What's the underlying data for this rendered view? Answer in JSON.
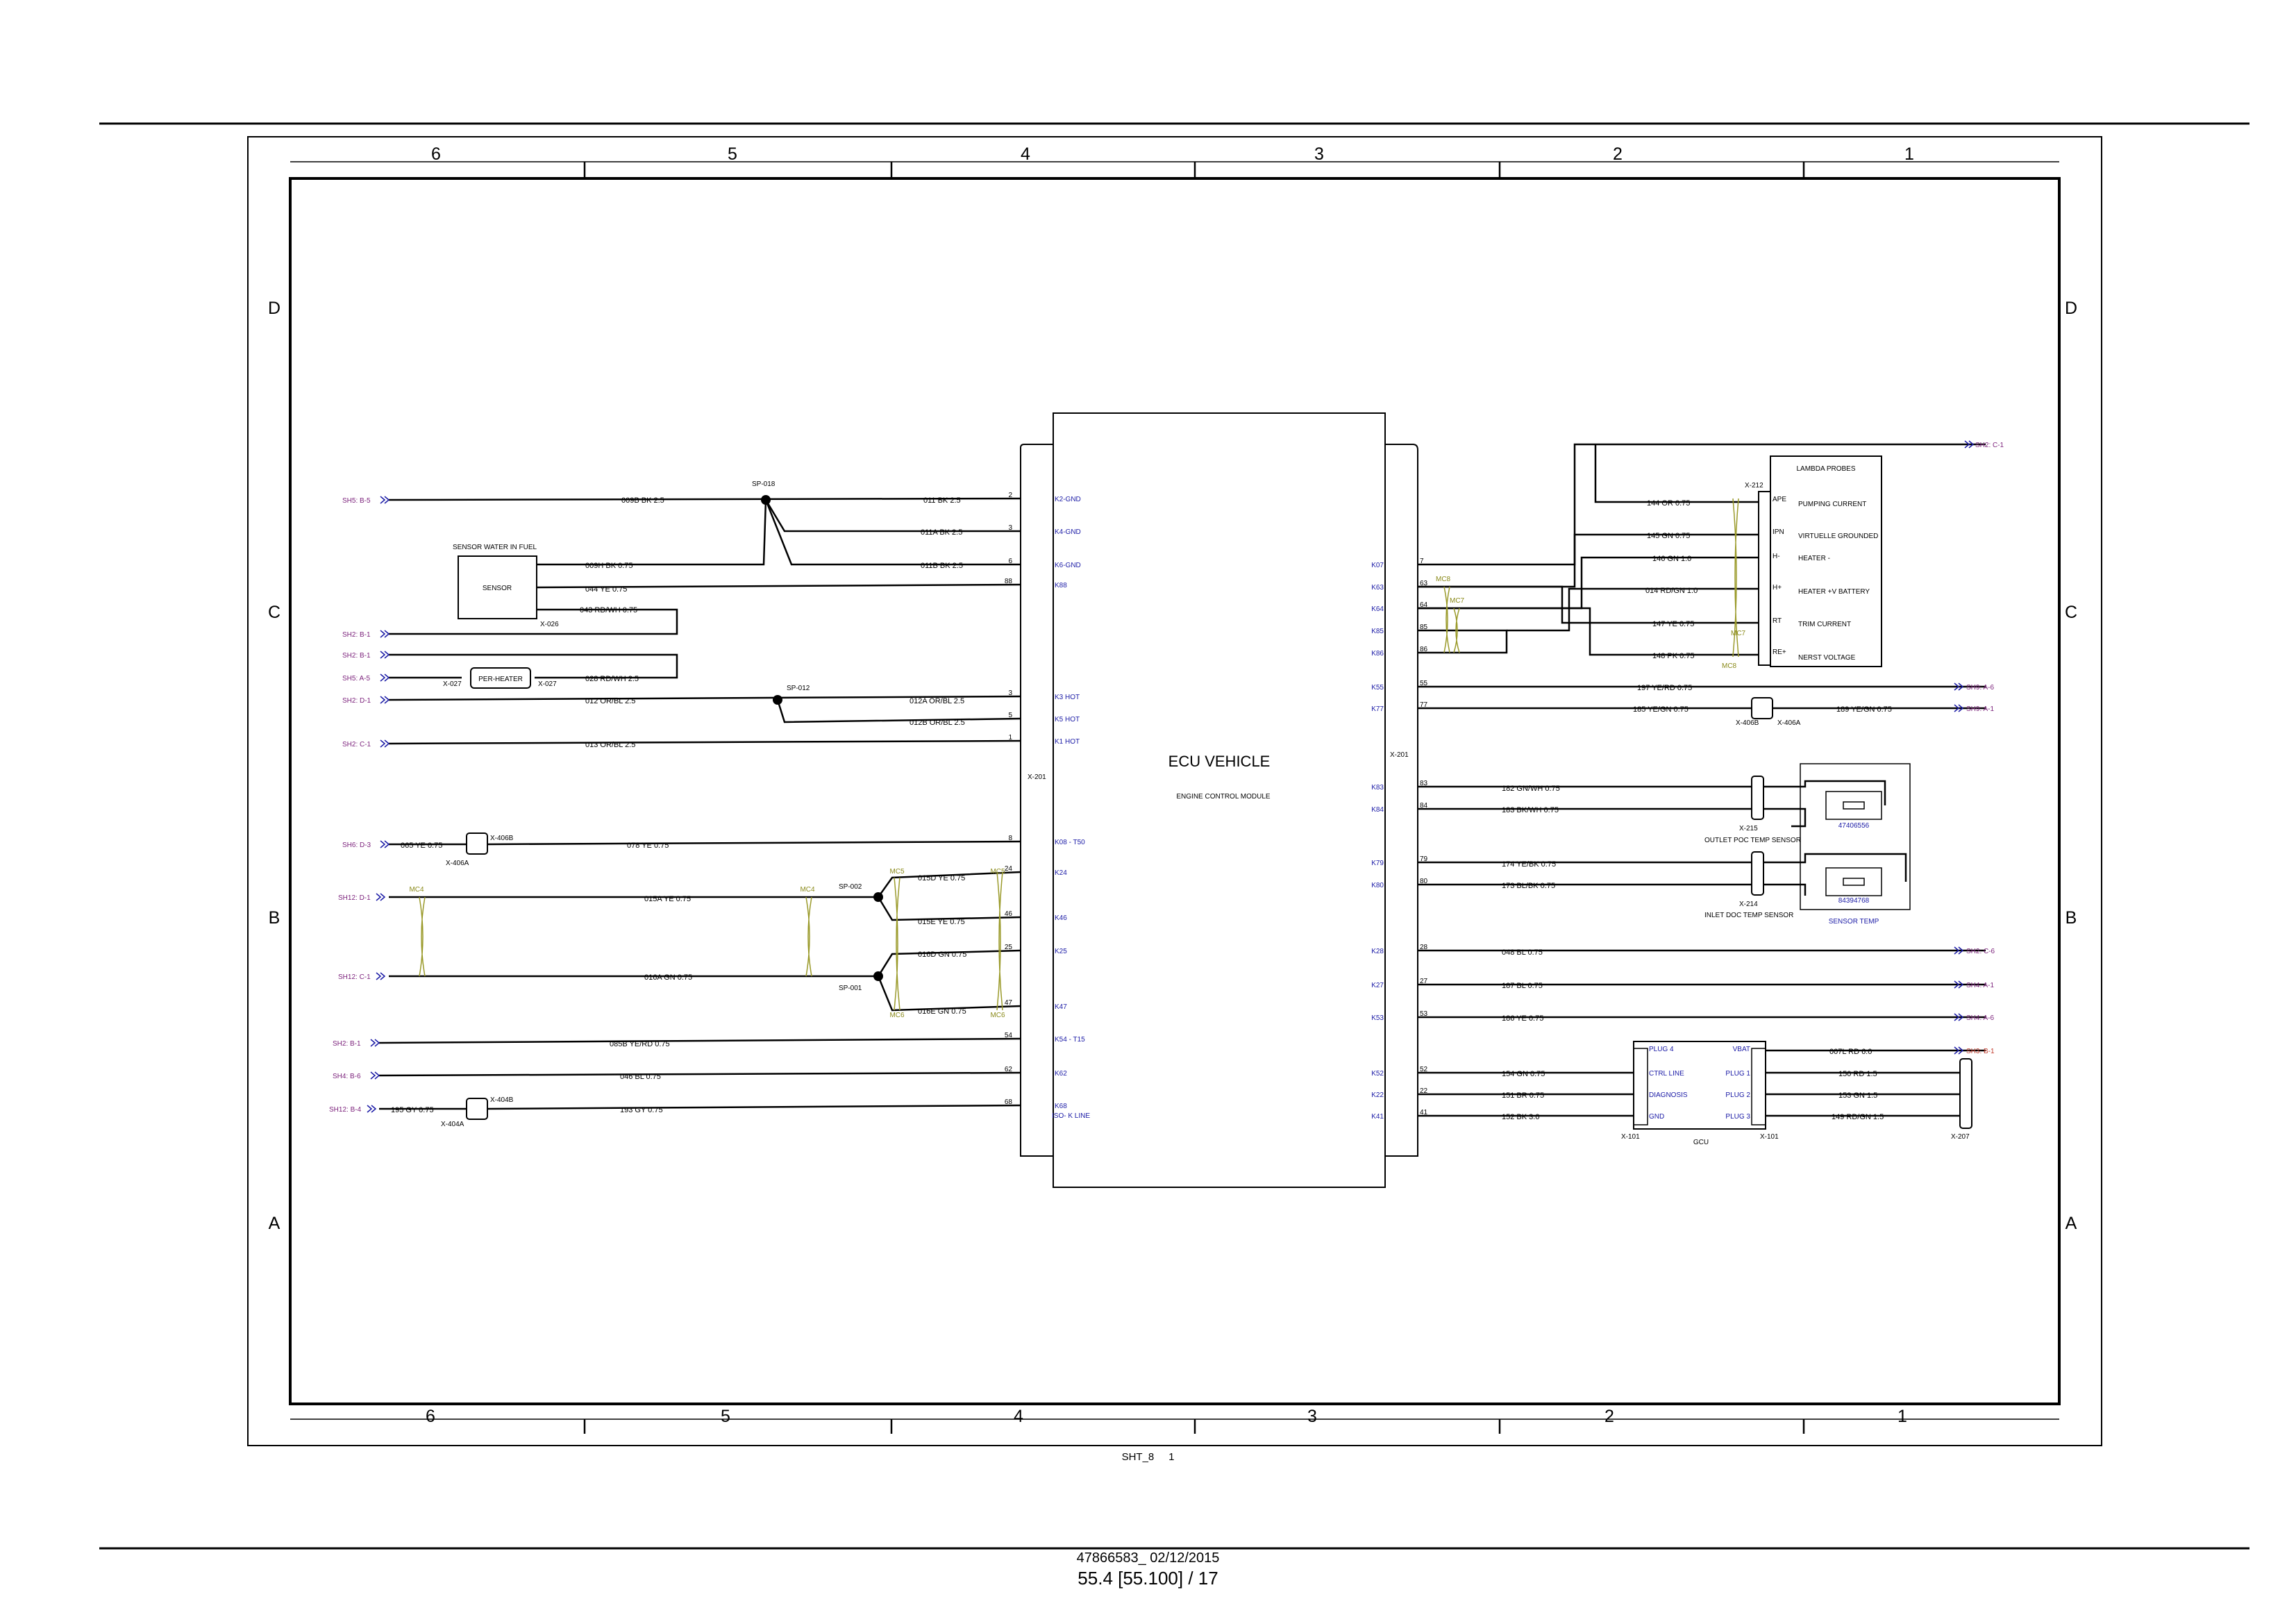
{
  "title": "ECU VEHICLE",
  "subtitle": "ENGINE CONTROL MODULE",
  "ecu_conn": "X-201",
  "footer": {
    "sheet": "SHT_8",
    "sheet_num": "1",
    "doc": "47866583_ 02/12/2015",
    "page": "55.4 [55.100] / 17"
  },
  "grid": {
    "cols": [
      "6",
      "5",
      "4",
      "3",
      "2",
      "1"
    ],
    "rows": [
      "D",
      "C",
      "B",
      "A"
    ]
  },
  "left_pins": [
    {
      "pin": "2",
      "label": "K2-GND"
    },
    {
      "pin": "3",
      "label": "K4-GND"
    },
    {
      "pin": "6",
      "label": "K6-GND"
    },
    {
      "pin": "88",
      "label": "K88"
    },
    {
      "pin": "3",
      "label": "K3 HOT"
    },
    {
      "pin": "5",
      "label": "K5 HOT"
    },
    {
      "pin": "1",
      "label": "K1 HOT"
    },
    {
      "pin": "8",
      "label": "K08 - T50"
    },
    {
      "pin": "24",
      "label": "K24"
    },
    {
      "pin": "46",
      "label": "K46"
    },
    {
      "pin": "25",
      "label": "K25"
    },
    {
      "pin": "47",
      "label": "K47"
    },
    {
      "pin": "54",
      "label": "K54 - T15"
    },
    {
      "pin": "62",
      "label": "K62"
    },
    {
      "pin": "68",
      "label": "K68"
    }
  ],
  "iso_label": "ISO- K LINE",
  "right_pins": [
    {
      "pin": "7",
      "label": "K07"
    },
    {
      "pin": "63",
      "label": "K63"
    },
    {
      "pin": "64",
      "label": "K64"
    },
    {
      "pin": "85",
      "label": "K85"
    },
    {
      "pin": "86",
      "label": "K86"
    },
    {
      "pin": "55",
      "label": "K55"
    },
    {
      "pin": "77",
      "label": "K77"
    },
    {
      "pin": "83",
      "label": "K83"
    },
    {
      "pin": "84",
      "label": "K84"
    },
    {
      "pin": "79",
      "label": "K79"
    },
    {
      "pin": "80",
      "label": "K80"
    },
    {
      "pin": "28",
      "label": "K28"
    },
    {
      "pin": "27",
      "label": "K27"
    },
    {
      "pin": "53",
      "label": "K53"
    },
    {
      "pin": "52",
      "label": "K52"
    },
    {
      "pin": "22",
      "label": "K22"
    },
    {
      "pin": "41",
      "label": "K41"
    }
  ],
  "left_wires": {
    "sh_refs": [
      {
        "label": "SH5: B-5",
        "color": "#7a1f7a"
      },
      {
        "label": "SH2: B-1",
        "color": "#7a1f7a"
      },
      {
        "label": "SH2: B-1",
        "color": "#7a1f7a"
      },
      {
        "label": "SH5: A-5",
        "color": "#7a1f7a"
      },
      {
        "label": "SH2: D-1",
        "color": "#7a1f7a"
      },
      {
        "label": "SH2: C-1",
        "color": "#7a1f7a"
      },
      {
        "label": "SH6: D-3",
        "color": "#7a1f7a"
      },
      {
        "label": "SH12: D-1",
        "color": "#7a1f7a"
      },
      {
        "label": "SH12: C-1",
        "color": "#7a1f7a"
      },
      {
        "label": "SH2: B-1",
        "color": "#7a1f7a"
      },
      {
        "label": "SH4: B-6",
        "color": "#7a1f7a"
      },
      {
        "label": "SH12: B-4",
        "color": "#7a1f7a"
      }
    ],
    "labels": {
      "w009b": "009B BK 2.5",
      "w011": "011 BK 2.5",
      "w011a": "011A BK 2.5",
      "w011b": "011B BK 2.5",
      "w009h": "009H BK 0.75",
      "w044": "044 YE 0.75",
      "w043": "043 RD/WH 0.75",
      "w028": "028 RD/WH 2.5",
      "w012": "012 OR/BL 2.5",
      "w012a": "012A OR/BL 2.5",
      "w012b": "012B OR/BL 2.5",
      "w013": "013 OR/BL 2.5",
      "w065": "065 YE 0.75",
      "w078": "078 YE 0.75",
      "w015a": "015A YE 0.75",
      "w015d": "015D YE 0.75",
      "w015e": "015E YE 0.75",
      "w016a": "016A GN 0.75",
      "w016d": "016D GN 0.75",
      "w016e": "016E GN 0.75",
      "w085b": "085B YE/RD 0.75",
      "w046": "046 BL 0.75",
      "w195": "195 GY 0.75",
      "w193": "193 GY 0.75"
    },
    "splices": [
      "SP-018",
      "SP-012",
      "SP-002",
      "SP-001"
    ],
    "connectors": [
      "X-026",
      "X-027",
      "X-027",
      "X-406B",
      "X-406A",
      "X-404B",
      "X-404A"
    ],
    "sensor_title": "SENSOR WATER IN FUEL",
    "sensor_box": "SENSOR",
    "heater_box": "PER-HEATER",
    "mc_labels": [
      "MC4",
      "MC4",
      "MC5",
      "MC5",
      "MC6",
      "MC6"
    ]
  },
  "right_wires": {
    "labels": {
      "w144": "144 OR 0.75",
      "w145": "145 GN 0.75",
      "w146": "146 GN 1.0",
      "w014": "014 RD/GN 1.0",
      "w147": "147 YE 0.75",
      "w148": "148 PK 0.75",
      "w197": "197 YE/RD 0.75",
      "w185": "185 YE/GN 0.75",
      "w189": "189 YE/GN 0.75",
      "w182": "182 GN/WH 0.75",
      "w183": "183 BK/WH 0.75",
      "w174": "174 YE/BK 0.75",
      "w173": "173 BL/BK 0.75",
      "w048": "048 BL 0.75",
      "w187": "187 BL 0.75",
      "w186": "186 YE 0.75",
      "w154": "154 GN 0.75",
      "w151": "151 BR 0.75",
      "w152": "152 BK 3.0",
      "w007l": "007L RD 6.0",
      "w150": "150 RD 1.5",
      "w153": "153 GN 1.5",
      "w149": "149 RD/GN 1.5"
    },
    "sh_refs": [
      {
        "label": "SH2: C-1",
        "color": "#7a1f7a"
      },
      {
        "label": "SH9: A-6",
        "color": "#7a1f7a"
      },
      {
        "label": "SH9: A-1",
        "color": "#7a1f7a"
      },
      {
        "label": "SH2: C-6",
        "color": "#7a1f7a"
      },
      {
        "label": "SH4: A-1",
        "color": "#7a1f7a"
      },
      {
        "label": "SH4: A-6",
        "color": "#7a1f7a"
      },
      {
        "label": "SH3: B-1",
        "color": "#c0392b"
      }
    ],
    "lambda": {
      "conn": "X-212",
      "title": "LAMBDA PROBES",
      "rows": [
        "PUMPING CURRENT",
        "VIRTUELLE GROUNDED",
        "HEATER -",
        "HEATER +V BATTERY",
        "TRIM CURRENT",
        "NERST VOLTAGE"
      ],
      "pins": [
        "APE",
        "IPN",
        "H-",
        "H+",
        "RT",
        "RE+"
      ]
    },
    "mc_labels": [
      "MC8",
      "MC7",
      "MC7",
      "MC8"
    ],
    "connectors": [
      "X-406B",
      "X-406A",
      "X-215",
      "X-214",
      "X-101",
      "X-101",
      "X-207"
    ],
    "outlet_sensor": "OUTLET POC TEMP SENSOR",
    "inlet_sensor": "INLET DOC TEMP SENSOR",
    "sensor_temp": "SENSOR TEMP",
    "part1": "47406556",
    "part2": "84394768",
    "gcu": {
      "title": "GCU",
      "left": [
        "PLUG 4",
        "CTRL LINE",
        "DIAGNOSIS",
        "GND"
      ],
      "right": [
        "VBAT",
        "PLUG 1",
        "PLUG 2",
        "PLUG 3"
      ]
    }
  },
  "colors": {
    "wire": "#000000",
    "pin_label": "#1a1aa6",
    "sh_ref": "#7a1f7a",
    "mc": "#8a8a1a",
    "blue_label": "#1a1aa6"
  }
}
